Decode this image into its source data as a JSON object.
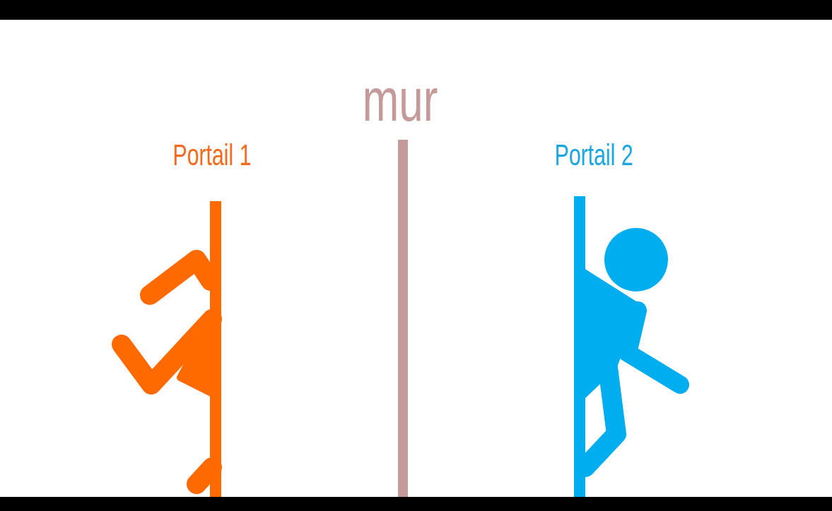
{
  "diagram": {
    "labels": [
      "mur",
      "Portail 1",
      "Portail 2"
    ]
  }
}
